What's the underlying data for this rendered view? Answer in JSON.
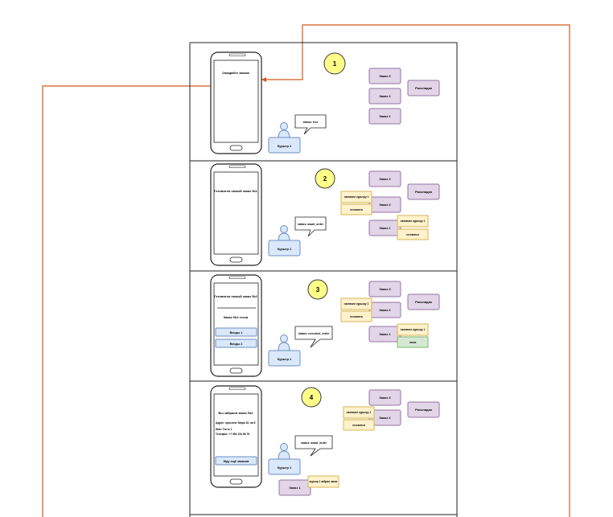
{
  "colors": {
    "order_fill": "#e1d5e7",
    "order_stroke": "#9673a6",
    "note_fill": "#fff2cc",
    "note_stroke": "#d6b656",
    "ready_fill": "#d5e8d4",
    "ready_stroke": "#82b366",
    "courier_fill": "#dae8fc",
    "courier_stroke": "#6c8ebf",
    "step_fill": "#ffff88",
    "step_stroke": "#36393d",
    "connector": "#d05a1a"
  },
  "icons": {
    "phone": "smartphone-icon",
    "courier": "person-icon",
    "speech": "callout-icon"
  },
  "panels": [
    {
      "step": "1",
      "phone": {
        "lines": [
          "Ожидайте заказа"
        ],
        "buttons": []
      },
      "courier": {
        "label": "Курьер 1",
        "status": "status: free"
      },
      "orders": [
        "Заказ 3",
        "Заказ 2",
        "Заказ 1"
      ],
      "dispatch": "Раскладка",
      "notes": []
    },
    {
      "step": "2",
      "phone": {
        "lines": [
          "Готовится новый заказ №1"
        ],
        "buttons": []
      },
      "courier": {
        "label": "Курьер 1",
        "status": "status: await_order"
      },
      "orders": [
        "Заказ 3",
        "Заказ 2",
        "Заказ 1"
      ],
      "dispatch": "Раскладка",
      "notes": [
        "назначен курьеру 1",
        "готовится",
        "назначен курьеру 1",
        "готовится"
      ]
    },
    {
      "step": "3",
      "phone": {
        "lines": [
          "Готовится новый заказ №2",
          "Заказ №1 готов"
        ],
        "buttons": [
          "Входы 1",
          "Входы 2"
        ]
      },
      "courier": {
        "label": "Курьер 1",
        "status": "status: executed_order"
      },
      "orders": [
        "Заказ 3",
        "Заказ 2",
        "Заказ 1"
      ],
      "dispatch": "Раскладка",
      "notes": [
        "назначен курьеру 1",
        "готовится",
        "назначен курьеру 1",
        "готов"
      ]
    },
    {
      "step": "4",
      "phone": {
        "lines": [
          "Вы забрали заказ №1",
          "Адрес: проспект Мира 10, кв 6",
          "Имя: Гость 1",
          "Телефон: +7 981 234 56 78"
        ],
        "buttons": [
          "Жду ещё заказов"
        ]
      },
      "courier": {
        "label": "Курьер 1",
        "status": "status: await_order"
      },
      "orders": [
        "Заказ 3",
        "Заказ 2",
        "Заказ 1"
      ],
      "dispatch": "Раскладка",
      "notes": [
        "назначен курьеру 1",
        "готовится",
        "курьер 1 забрал заказ"
      ]
    }
  ]
}
